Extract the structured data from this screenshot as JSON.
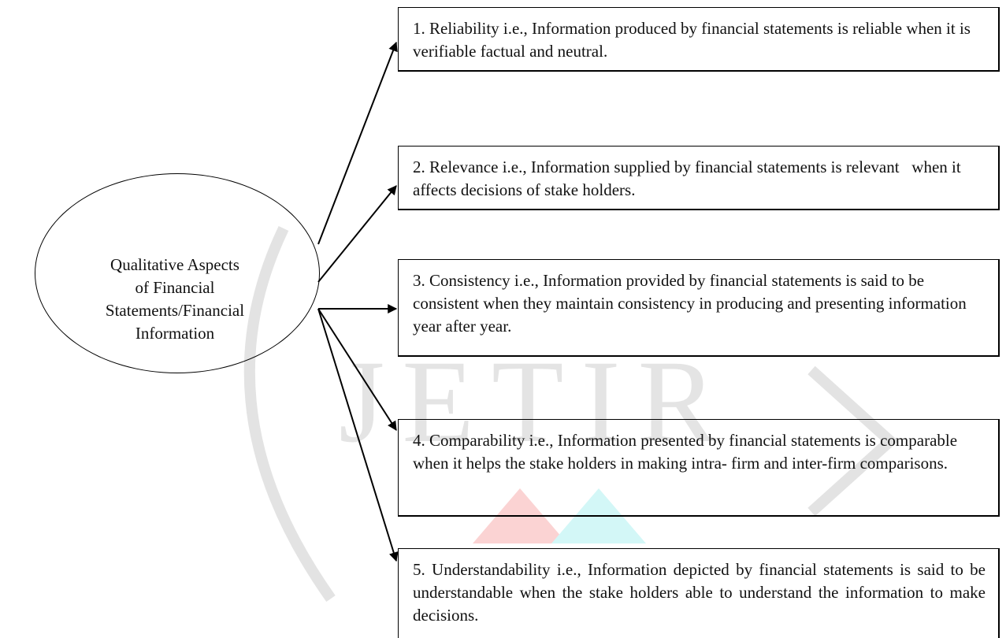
{
  "center": {
    "label": "Qualitative Aspects of Financial Statements/Financial Information",
    "lines": [
      "Qualitative Aspects",
      "of Financial",
      "Statements/Financial",
      "Information"
    ]
  },
  "aspects": [
    {
      "text": "1. Reliability i.e., Information produced by financial statements is reliable when it is verifiable factual and neutral."
    },
    {
      "text": "2. Relevance i.e., Information supplied by financial statements is relevant   when it affects decisions of stake holders."
    },
    {
      "text": "3. Consistency i.e., Information provided by financial statements is said to be consistent when they maintain consistency in producing and presenting information year after year."
    },
    {
      "text": "4. Comparability i.e., Information presented by financial statements is comparable when it helps the stake holders in making intra- firm and inter-firm comparisons."
    },
    {
      "text": "5. Understandability i.e., Information depicted by financial statements is said to be understandable when the stake holders able to understand the information to make decisions."
    }
  ],
  "watermark": {
    "text": "JETIR"
  },
  "colors": {
    "line": "#000000",
    "watermark": "#d9d9d9",
    "accent_red": "#f7a6a6",
    "accent_cyan": "#a6f0f0"
  }
}
